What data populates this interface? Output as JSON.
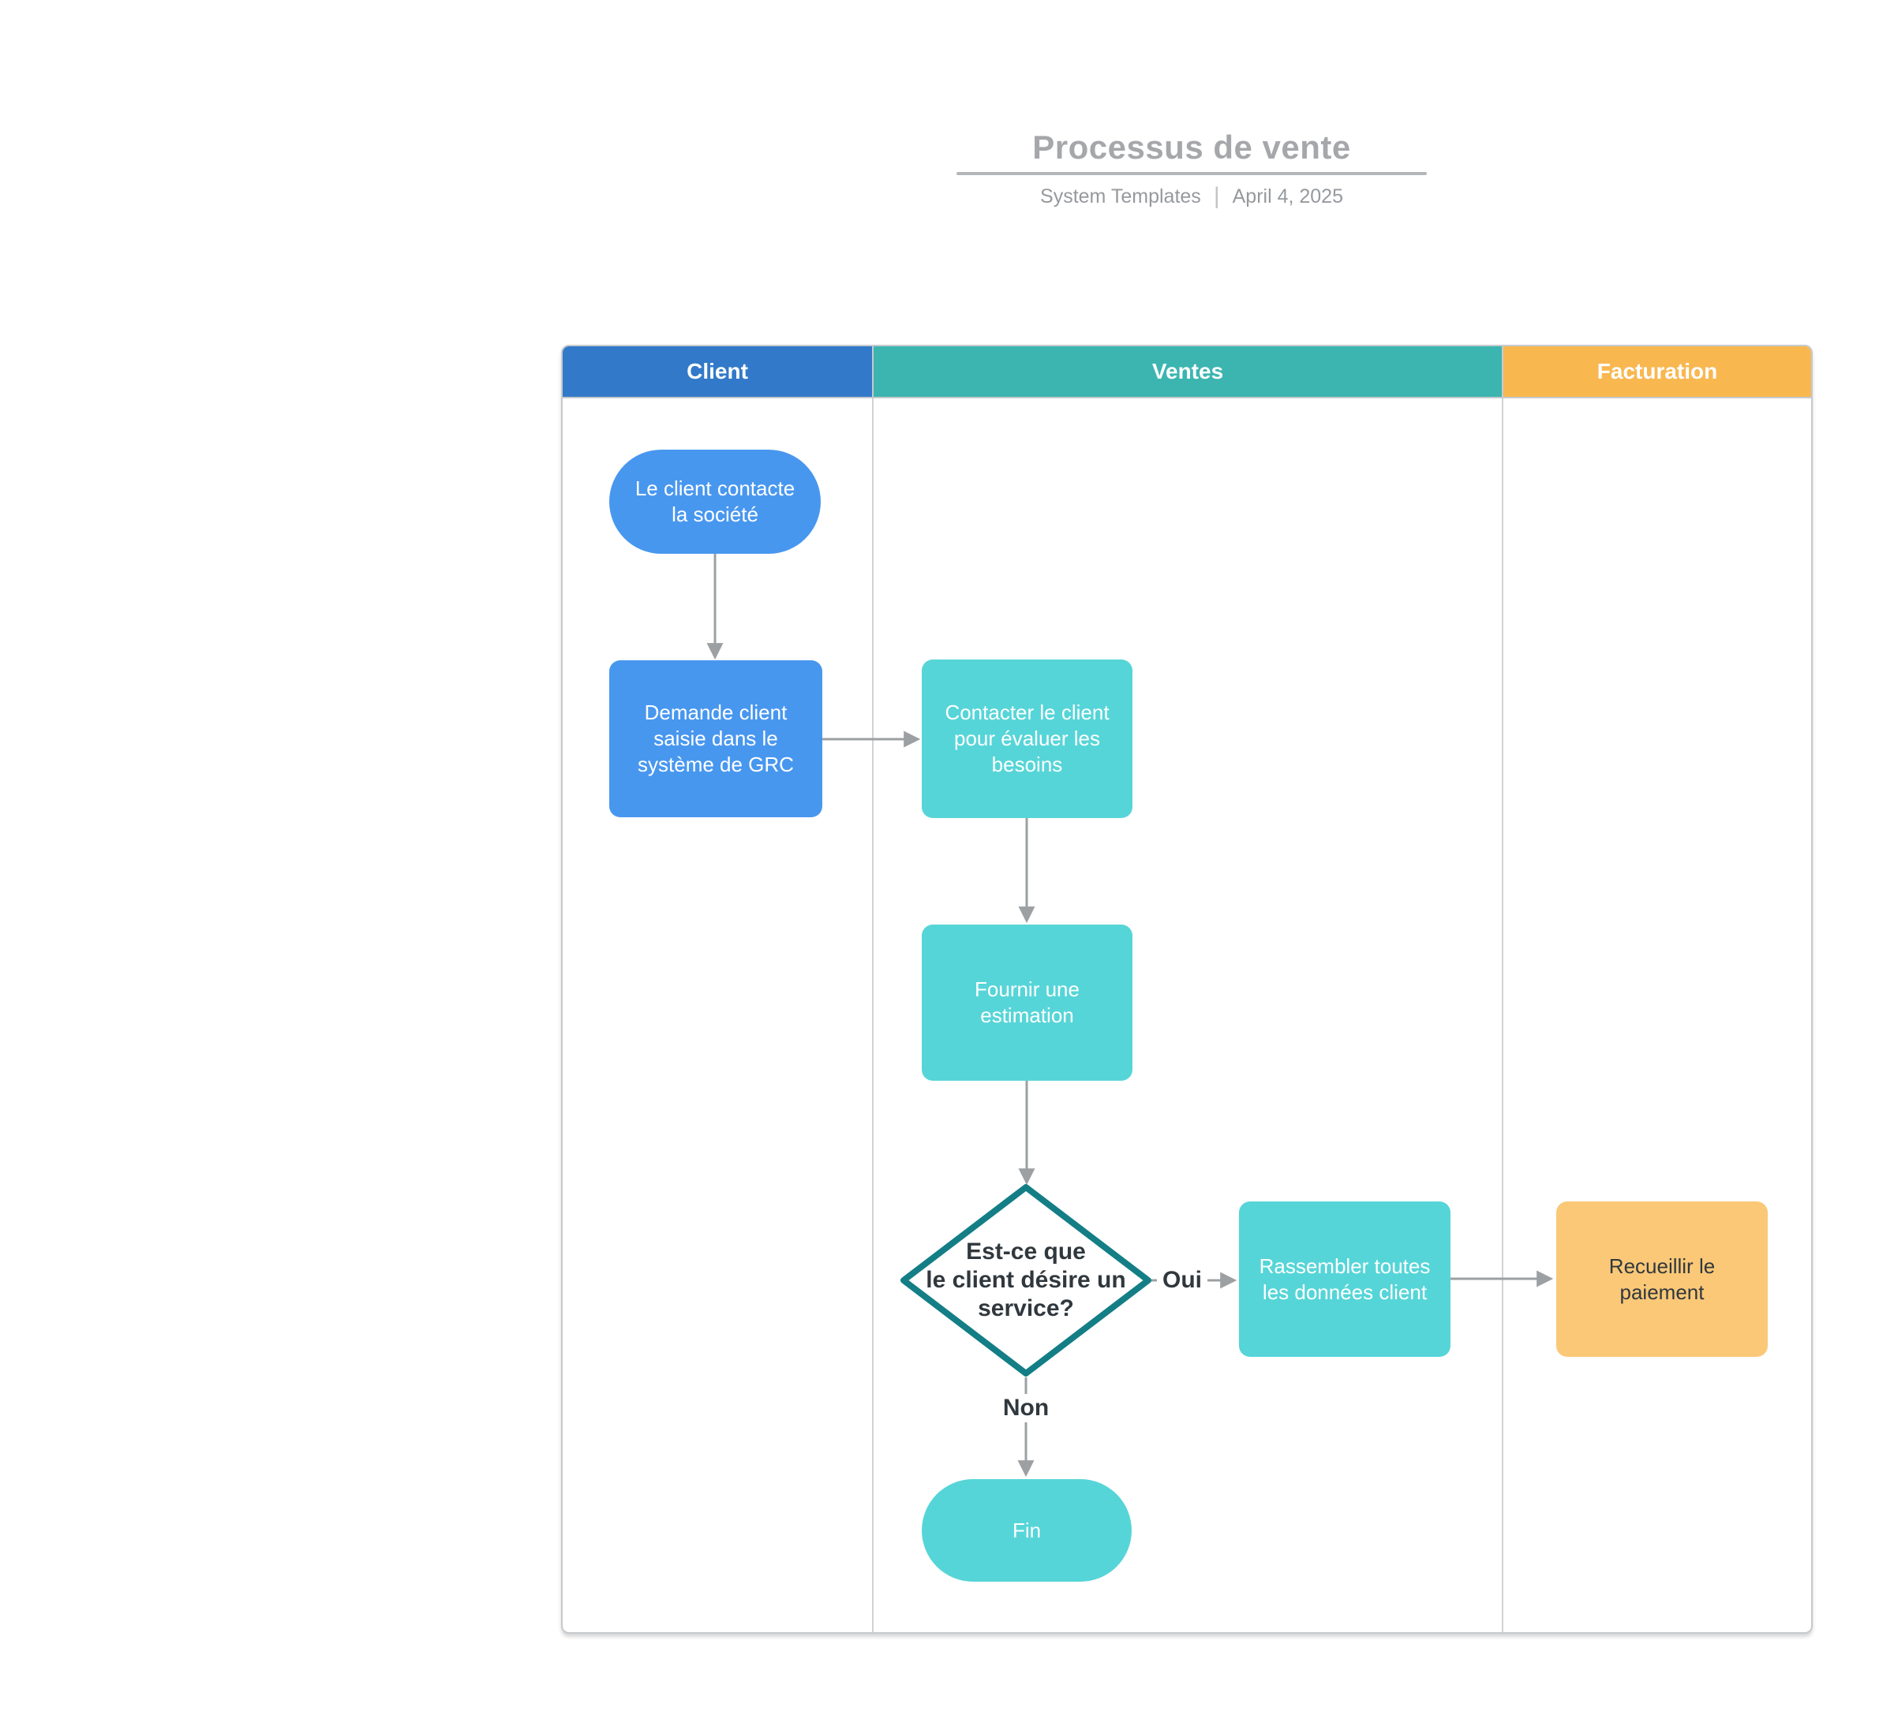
{
  "title": {
    "text": "Processus de vente",
    "author": "System Templates",
    "divider": "|",
    "date": "April 4, 2025"
  },
  "lanes": [
    {
      "label": "Client",
      "color": "#3279c9"
    },
    {
      "label": "Ventes",
      "color": "#3cb5b1"
    },
    {
      "label": "Facturation",
      "color": "#f9b750"
    }
  ],
  "nodes": {
    "start": {
      "type": "terminator",
      "lane": "Client",
      "label": [
        "Le client contacte",
        "la société"
      ],
      "fill": "#4897ef",
      "text_color": "#ffffff"
    },
    "crm": {
      "type": "process",
      "lane": "Client",
      "label": [
        "Demande client",
        "saisie dans le",
        "système de GRC"
      ],
      "fill": "#4897ef",
      "text_color": "#ffffff"
    },
    "contact": {
      "type": "process",
      "lane": "Ventes",
      "label": [
        "Contacter le client",
        "pour évaluer les",
        "besoins"
      ],
      "fill": "#56d5d8",
      "text_color": "#ffffff"
    },
    "estimate": {
      "type": "process",
      "lane": "Ventes",
      "label": [
        "Fournir une",
        "estimation"
      ],
      "fill": "#56d5d8",
      "text_color": "#ffffff"
    },
    "decision": {
      "type": "decision",
      "lane": "Ventes",
      "label": [
        "Est-ce que",
        "le client désire un",
        "service?"
      ],
      "fill": "#ffffff",
      "stroke": "#137e86",
      "text_color": "#30383e"
    },
    "gather": {
      "type": "process",
      "lane": "Ventes",
      "label": [
        "Rassembler toutes",
        "les données client"
      ],
      "fill": "#56d5d8",
      "text_color": "#ffffff"
    },
    "payment": {
      "type": "process",
      "lane": "Facturation",
      "label": [
        "Recueillir le",
        "paiement"
      ],
      "fill": "#fac877",
      "text_color": "#30383e"
    },
    "end": {
      "type": "terminator",
      "lane": "Ventes",
      "label": "Fin",
      "fill": "#56d5d8",
      "text_color": "#ffffff"
    }
  },
  "edges": [
    {
      "from": "start",
      "to": "crm",
      "label": ""
    },
    {
      "from": "crm",
      "to": "contact",
      "label": ""
    },
    {
      "from": "contact",
      "to": "estimate",
      "label": ""
    },
    {
      "from": "estimate",
      "to": "decision",
      "label": ""
    },
    {
      "from": "decision",
      "to": "gather",
      "label": "Oui"
    },
    {
      "from": "gather",
      "to": "payment",
      "label": ""
    },
    {
      "from": "decision",
      "to": "end",
      "label": "Non"
    }
  ],
  "colors": {
    "arrow": "#9da0a2",
    "title_text": "#a5a7aa",
    "subtitle_text": "#96999d",
    "table_border": "#c6cacd",
    "lane_divider": "#d0d3d6",
    "dark_text": "#30383e"
  }
}
